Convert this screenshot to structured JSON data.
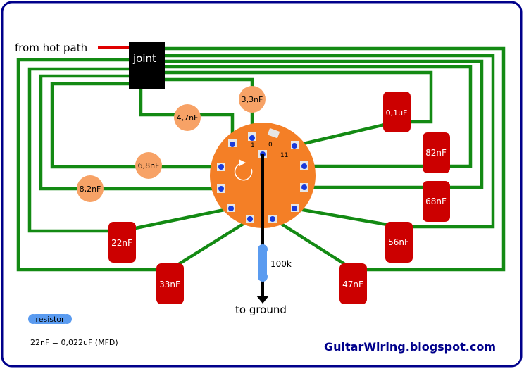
{
  "labels": {
    "hot_path": "from hot path",
    "joint": "joint",
    "ground": "to ground",
    "resistor_value": "100k",
    "resistor_legend": "resistor",
    "conversion_note": "22nF = 0,022uF (MFD)",
    "website": "GuitarWiring.blogspot.com"
  },
  "switch": {
    "position_labels": [
      "1",
      "0",
      "11"
    ]
  },
  "capacitors": {
    "ceramic": [
      "3,3nF",
      "4,7nF",
      "6,8nF",
      "8,2nF"
    ],
    "film": [
      "0,1uF",
      "82nF",
      "68nF",
      "56nF",
      "47nF",
      "33nF",
      "22nF"
    ]
  },
  "colors": {
    "border": "#00008b",
    "wire": "#138a13",
    "hot_wire": "#e00000",
    "switch_body": "#f47f26",
    "ceramic_cap": "#f7a266",
    "film_cap": "#cc0000",
    "resistor": "#5a9bf0",
    "joint": "#000000",
    "website_text": "#00008b"
  }
}
